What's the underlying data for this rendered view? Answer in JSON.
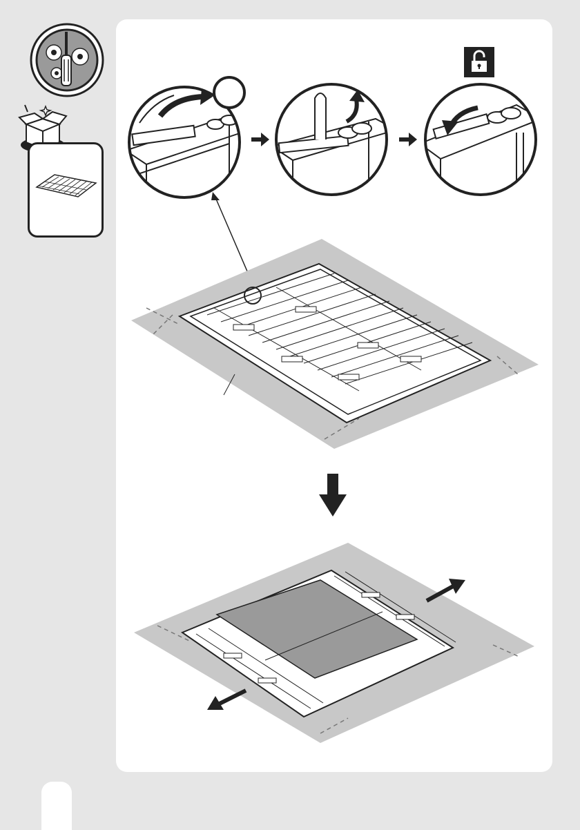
{
  "header": {
    "step_icon": "tools-gears-screwdriver-icon",
    "unbox_icon": "open-box-icon",
    "unlock_icon": "unlock-padlock-icon"
  },
  "parts_card": {
    "part_icon": "floor-frame-thumbnail"
  },
  "detail_steps": [
    {
      "icon": "latch-detail-1",
      "arrow": "curved-arrow-icon"
    },
    {
      "icon": "latch-detail-2",
      "arrow": "curved-arrow-icon"
    },
    {
      "icon": "latch-detail-3",
      "arrow": "curved-arrow-icon"
    }
  ],
  "flow": {
    "down_arrow": "down-arrow-icon",
    "expand_arrows": "double-arrow-icon"
  },
  "colors": {
    "background": "#e6e6e6",
    "panel": "#ffffff",
    "ground": "#c8c8c8",
    "ink": "#222222"
  }
}
